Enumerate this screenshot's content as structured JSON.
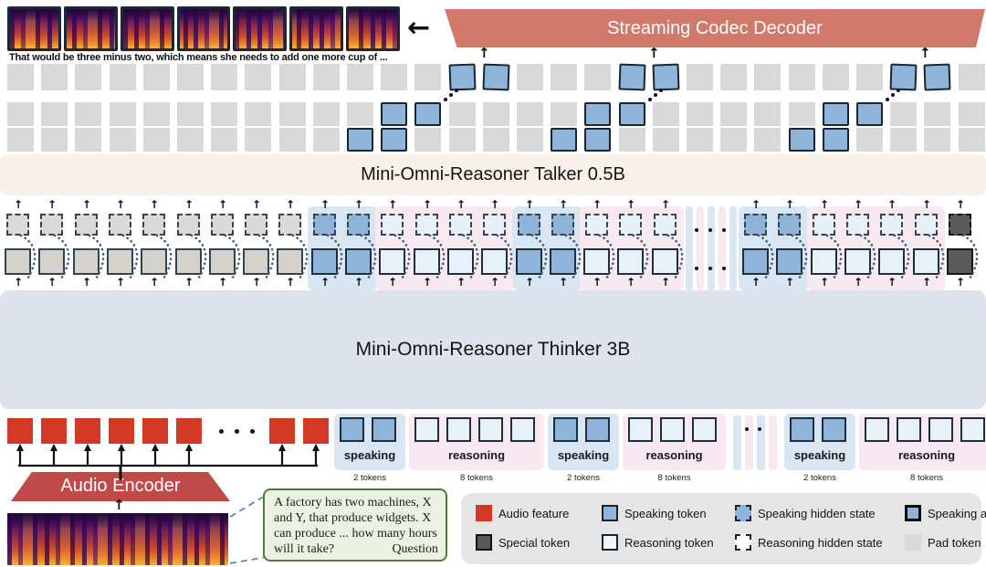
{
  "labels": {
    "decoder": "Streaming Codec Decoder",
    "talker": "Mini-Omni-Reasoner Talker 0.5B",
    "thinker": "Mini-Omni-Reasoner Thinker 3B",
    "encoder": "Audio Encoder",
    "transcript": "That would be three minus two, which means she needs to add one more cup of ...",
    "speaking": "speaking",
    "speaking_count": "2 tokens",
    "reasoning": "reasoning",
    "reasoning_count": "8 tokens"
  },
  "question": {
    "lines": [
      "A factory has two machines,  X",
      "and Y, that produce widgets. X",
      "can produce ... how many hours",
      "will it take?"
    ],
    "tag": "Question"
  },
  "legend": {
    "items": [
      {
        "swatch": "audio-feature",
        "label": "Audio feature"
      },
      {
        "swatch": "speaking-token",
        "label": "Speaking token"
      },
      {
        "swatch": "speaking-hidden",
        "label": "Speaking hidden state"
      },
      {
        "swatch": "speaking-audio",
        "label": "Speaking audio token"
      },
      {
        "swatch": "special-token",
        "label": "Special token"
      },
      {
        "swatch": "reasoning-token",
        "label": "Reasoning token"
      },
      {
        "swatch": "reasoning-hidden",
        "label": "Reasoning hidden state"
      },
      {
        "swatch": "pad-token",
        "label": "Pad token"
      }
    ]
  },
  "colors": {
    "audio_feature": "#d43826",
    "speaking_blue": "#8fb4d9",
    "reasoning_light": "#e9f1f8",
    "special_dark": "#5a5a5a",
    "pad_gray": "#d9d9d9",
    "speaking_strip": "#d8e5f2",
    "reasoning_strip": "#f8e9f1",
    "decoder_fill": "#d1796a",
    "encoder_fill": "#bf4a48",
    "talker_fill": "#f9f0ea",
    "thinker_fill": "#dde2ed",
    "question_green": "#55783f"
  },
  "top": {
    "spectrogram_tiles": 7
  },
  "token_rows": {
    "audio_token_row": {
      "count": 29,
      "blue": [
        13,
        14,
        18,
        19,
        26,
        27
      ],
      "arrow_pairs": [
        [
          13,
          14
        ],
        [
          18,
          19
        ],
        [
          26,
          27
        ]
      ]
    },
    "stream_row": {
      "count": 29,
      "bottom_blue": [
        10,
        11,
        16,
        17,
        23,
        24
      ],
      "top_blue": [
        11,
        12,
        17,
        18,
        24,
        25
      ],
      "dots_after": [
        12,
        18,
        25
      ]
    }
  },
  "talker_band": {
    "groups": [
      {
        "type": "pad",
        "n": 9
      },
      {
        "type": "speak",
        "n": 2
      },
      {
        "type": "reason",
        "n": 4
      },
      {
        "type": "speak",
        "n": 2
      },
      {
        "type": "reason",
        "n": 3
      },
      {
        "type": "gap"
      },
      {
        "type": "speak",
        "n": 2
      },
      {
        "type": "reason",
        "n": 4
      },
      {
        "type": "special",
        "n": 1
      }
    ]
  },
  "thinker_input": {
    "audio_features": {
      "n_before": 6,
      "n_after": 2
    },
    "groups": [
      {
        "type": "speak",
        "n": 2
      },
      {
        "type": "reason",
        "n": 4
      },
      {
        "type": "speak",
        "n": 2
      },
      {
        "type": "reason",
        "n": 3
      },
      {
        "type": "gap"
      },
      {
        "type": "speak",
        "n": 2
      },
      {
        "type": "reason",
        "n": 4
      }
    ]
  }
}
